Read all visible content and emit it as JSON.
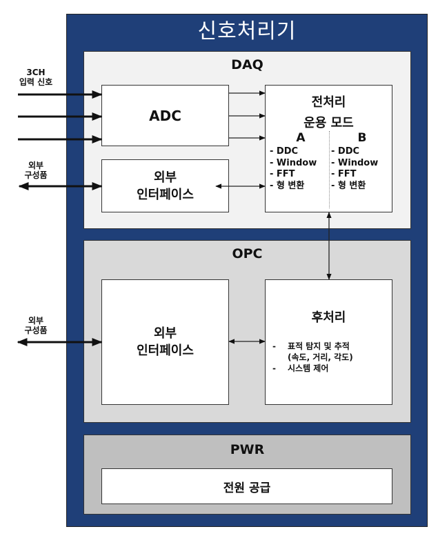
{
  "title": "신호처리기",
  "daq": {
    "label": "DAQ",
    "input_label_line1": "3CH",
    "input_label_line2": "입력 신호",
    "ext_label_line1": "외부",
    "ext_label_line2": "구성품",
    "adc_label": "ADC",
    "interface_line1": "외부",
    "interface_line2": "인터페이스",
    "preprocessing": {
      "title": "전처리",
      "mode_title": "운용 모드",
      "modes": [
        {
          "name": "A",
          "items": [
            "- DDC",
            "- Window",
            "- FFT",
            "- 형 변환"
          ]
        },
        {
          "name": "B",
          "items": [
            "- DDC",
            "- Window",
            "- FFT",
            "- 형 변환"
          ]
        }
      ]
    }
  },
  "opc": {
    "label": "OPC",
    "ext_label_line1": "외부",
    "ext_label_line2": "구성품",
    "interface_line1": "외부",
    "interface_line2": "인터페이스",
    "postprocessing": {
      "title": "후처리",
      "items": [
        {
          "dash": "-",
          "text": "표적 탐지 및 추적"
        },
        {
          "dash": "",
          "text": "(속도, 거리, 각도)"
        },
        {
          "dash": "-",
          "text": "시스템 제어"
        }
      ]
    }
  },
  "pwr": {
    "label": "PWR",
    "supply_label": "전원 공급"
  },
  "colors": {
    "frame": "#1f3f78",
    "daq_bg": "#f2f2f2",
    "opc_bg": "#d9d9d9",
    "pwr_bg": "#bfbfbf"
  }
}
